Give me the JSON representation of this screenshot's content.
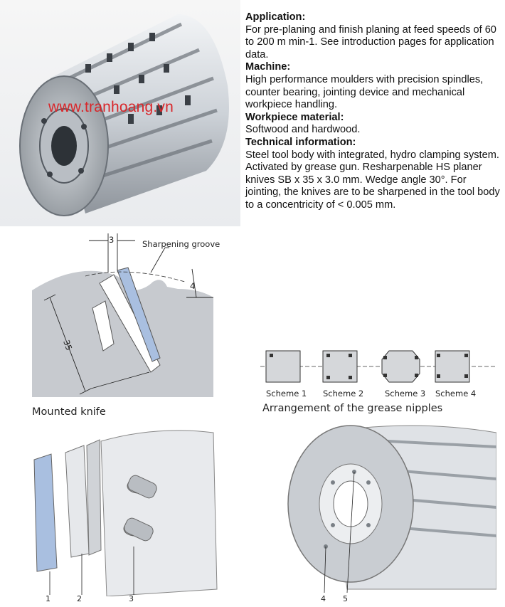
{
  "watermark": "www.tranhoang.vn",
  "sections": [
    {
      "heading": "Application:",
      "body": "For pre-planing and finish planing at feed speeds of 60 to 200 m min-1. See introduction pages for application data."
    },
    {
      "heading": "Machine:",
      "body": "High performance moulders with precision spindles, counter bearing, jointing device and mechanical workpiece handling."
    },
    {
      "heading": "Workpiece material:",
      "body": "Softwood and hardwood."
    },
    {
      "heading": "Technical information:",
      "body": "Steel tool body with integrated, hydro clamping system. Activated by grease gun. Resharpenable HS planer knives SB x 35 x 3.0 mm. Wedge angle 30°. For jointing, the knives are to be sharpened in the tool body to a concentricity of < 0.005 mm."
    }
  ],
  "knife_diagram": {
    "dim_top": "3",
    "dim_side": "4",
    "dim_length": "35",
    "groove_label": "Sharpening groove",
    "caption": "Mounted knife"
  },
  "schemes": {
    "items": [
      "Scheme 1",
      "Scheme 2",
      "Scheme 3",
      "Scheme 4"
    ],
    "caption": "Arrangement of the grease nipples"
  },
  "parts_left": [
    "1",
    "2",
    "3"
  ],
  "parts_right": [
    "4",
    "5"
  ]
}
